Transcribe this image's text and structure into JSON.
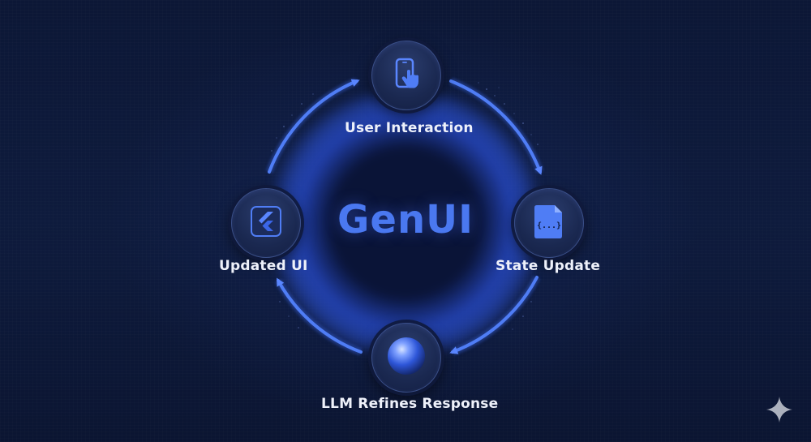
{
  "title": "GenUI",
  "nodes": [
    {
      "id": "user-interaction",
      "label": "User Interaction",
      "icon": "phone-tap-icon"
    },
    {
      "id": "state-update",
      "label": "State Update",
      "icon": "json-file-icon"
    },
    {
      "id": "llm-refines-response",
      "label": "LLM Refines Response",
      "icon": "sphere-icon"
    },
    {
      "id": "updated-ui",
      "label": "Updated UI",
      "icon": "flutter-icon"
    }
  ],
  "flow": [
    "User Interaction",
    "State Update",
    "LLM Refines Response",
    "Updated UI"
  ],
  "icon_glyphs": {
    "json_file": "{...}"
  },
  "watermark_icon": "sparkle-icon",
  "colors": {
    "background": "#0d1a3a",
    "accent": "#4a78f0",
    "arrow": "#4f7df5",
    "label": "#eef1fa"
  }
}
